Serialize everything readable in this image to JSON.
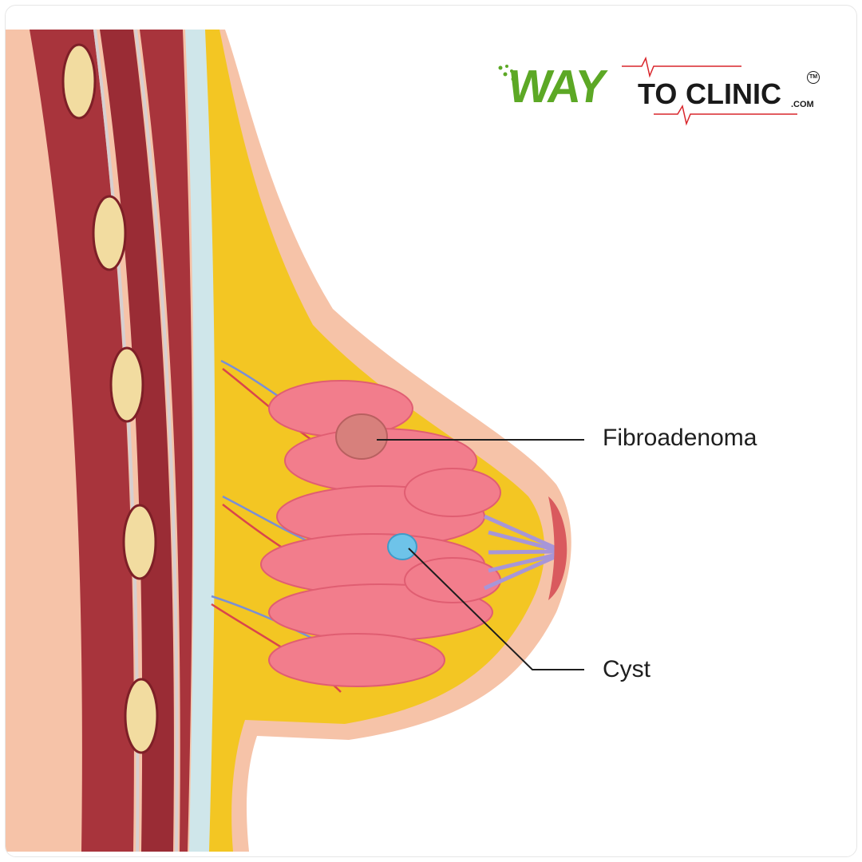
{
  "labels": {
    "fibroadenoma": "Fibroadenoma",
    "cyst": "Cyst"
  },
  "logo": {
    "wordmark_way": "WAY",
    "wordmark_to": "TO",
    "wordmark_clinic": "CLINIC",
    "suffix": ".COM",
    "trademark": "TM",
    "colors": {
      "way": "#5ca825",
      "text": "#1a1a1a",
      "ecg": "#d9262c"
    }
  },
  "colors": {
    "muscle": "#a8343c",
    "muscle_dark": "#7e1f27",
    "fascia": "#cfe6ea",
    "fat": "#f3c623",
    "skin": "#f6c3a8",
    "lobules": "#f27d8c",
    "fibroadenoma": "#d7807c",
    "cyst": "#6ec3e9",
    "rib": "#f2dca0",
    "ducts": "#a796d8",
    "nipple": "#d95a5e"
  }
}
